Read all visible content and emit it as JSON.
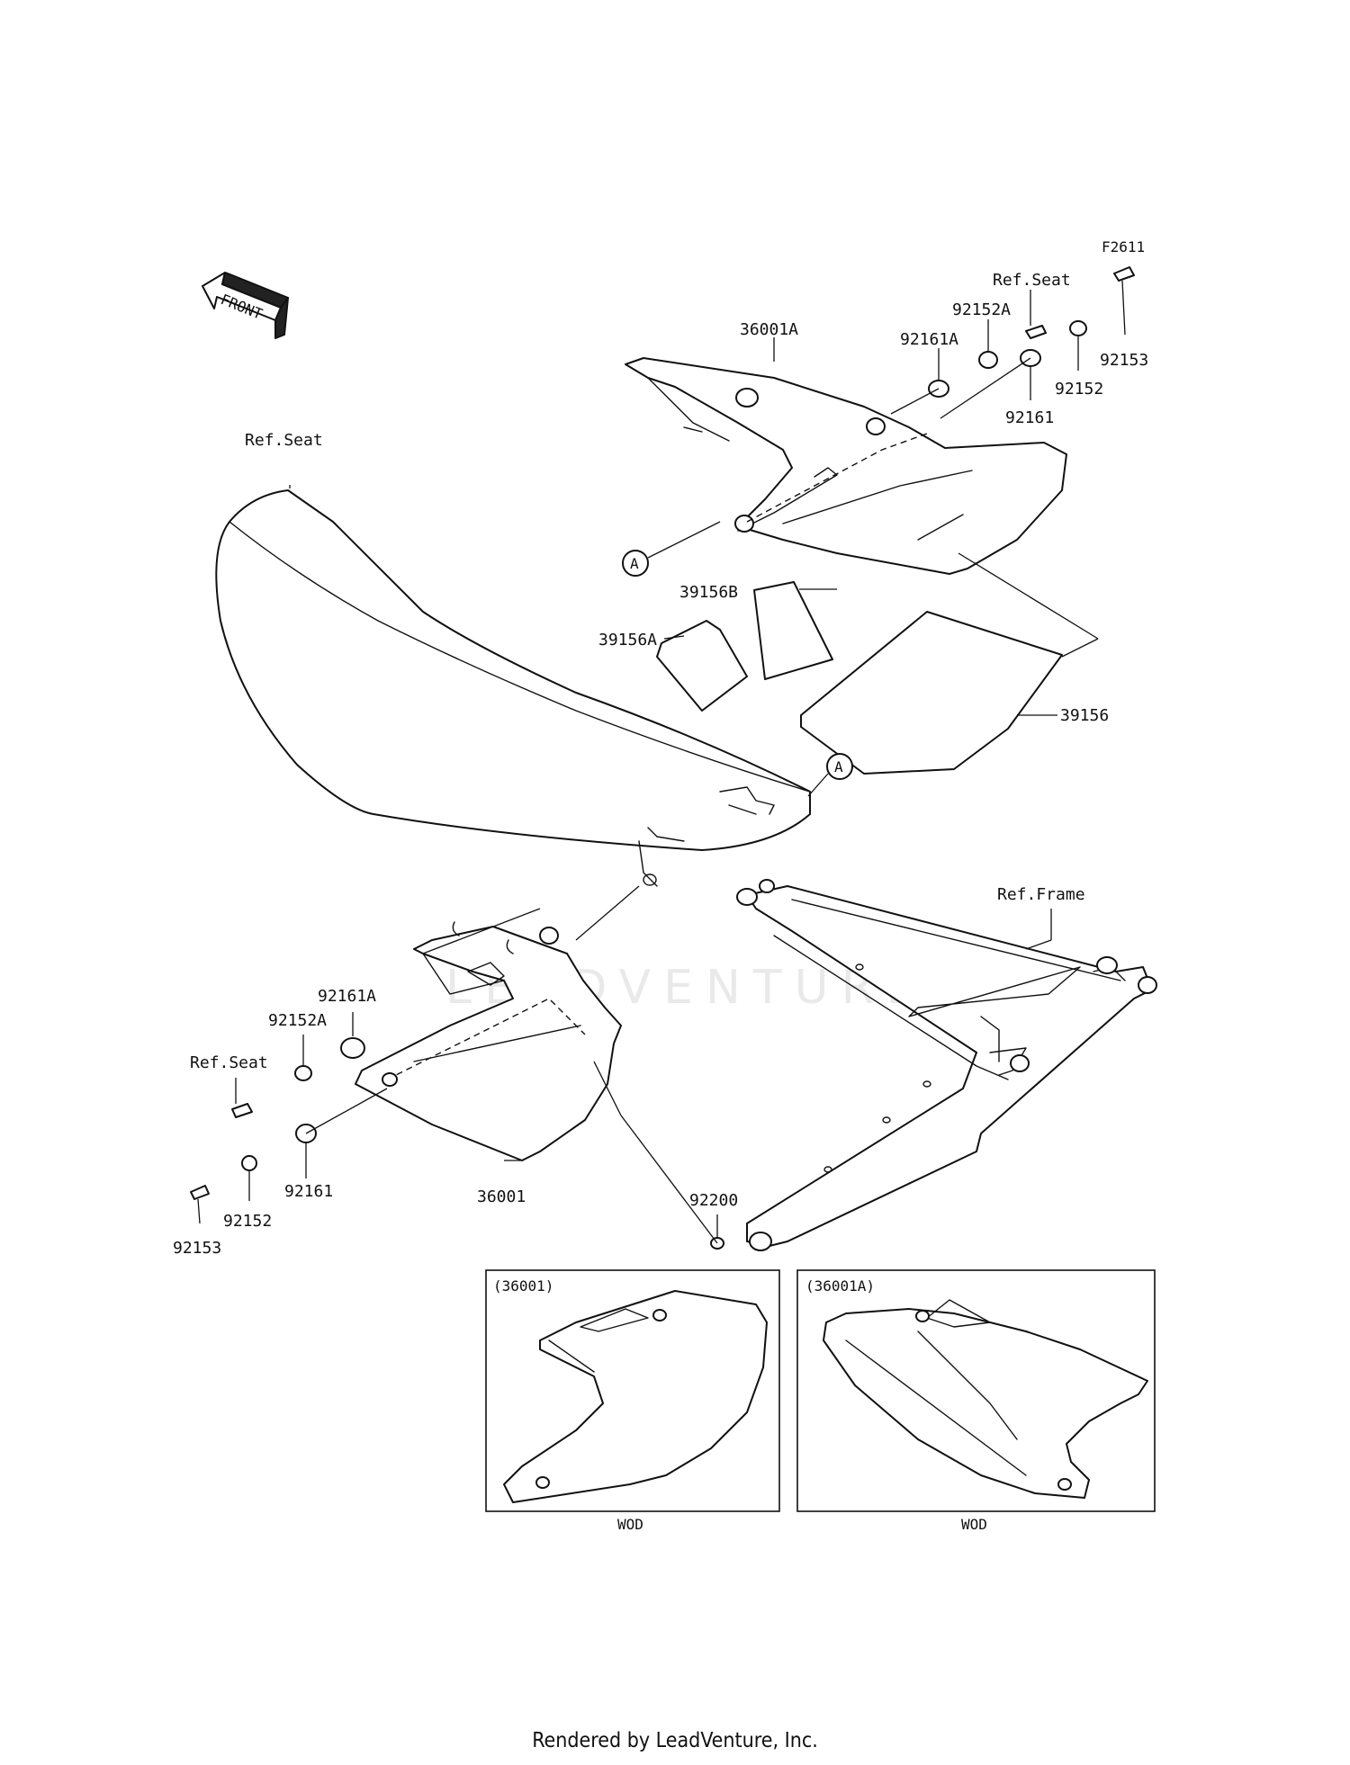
{
  "diagram_code": "F2611",
  "front_arrow": "FRONT",
  "watermark": "LEADVENTURE",
  "labels": {
    "p36001A": "36001A",
    "p92161A_top": "92161A",
    "p92152A_top": "92152A",
    "refseat_top": "Ref.Seat",
    "p92153_top": "92153",
    "p92152_top": "92152",
    "p92161_top": "92161",
    "refseat_main": "Ref.Seat",
    "callout_a": "A",
    "p39156B": "39156B",
    "p39156A": "39156A",
    "p39156": "39156",
    "refframe": "Ref.Frame",
    "p92161A_bot": "92161A",
    "p92152A_bot": "92152A",
    "refseat_bot": "Ref.Seat",
    "p92161_bot": "92161",
    "p36001": "36001",
    "p92152_bot": "92152",
    "p92153_bot": "92153",
    "p92200": "92200"
  },
  "inset_left": {
    "title": "(36001)",
    "caption": "WOD"
  },
  "inset_right": {
    "title": "(36001A)",
    "caption": "WOD"
  },
  "footer": "Rendered by LeadVenture, Inc."
}
